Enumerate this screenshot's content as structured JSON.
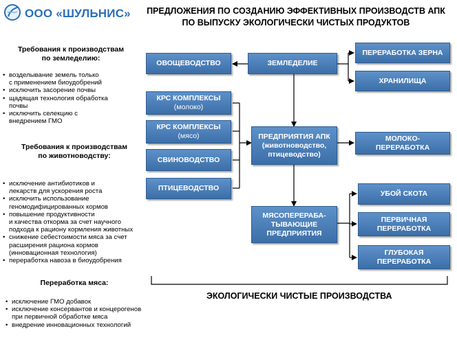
{
  "logo": {
    "text": "ООО «ШУЛЬНИС»",
    "color": "#2a6fb8"
  },
  "title": {
    "line1": "ПРЕДЛОЖЕНИЯ ПО СОЗДАНИЮ ЭФФЕКТИВНЫХ ПРОИЗВОДСТВ  АПК",
    "line2": "ПО ВЫПУСКУ ЭКОЛОГИЧЕСКИ ЧИСТЫХ ПРОДУКТОВ"
  },
  "boxes": {
    "zemledelie": "ЗЕМЛЕДЕЛИЕ",
    "ovoshchevodstvo": "ОВОЩЕВОДСТВО",
    "pererabotka_zerna": "ПЕРЕРАБОТКА ЗЕРНА",
    "khranilishcha": "ХРАНИЛИЩА",
    "krs_moloko": {
      "line1": "КРС КОМПЛЕКСЫ",
      "line2": "(молоко)"
    },
    "krs_myaso": {
      "line1": "КРС КОМПЛЕКСЫ",
      "line2": "(мясо)"
    },
    "svinovodstvo": "СВИНОВОДСТВО",
    "ptitsevodstvo": "ПТИЦЕВОДСТВО",
    "predpriyatiya_apk": {
      "line1": "ПРЕДПРИЯТИЯ АПК",
      "line2": "(животноводство,",
      "line3": "птицеводство)"
    },
    "moloko_pererabotka": {
      "line1": "МОЛОКО-",
      "line2": "ПЕРЕРАБОТКА"
    },
    "myaso_predpriyatiya": {
      "line1": "МЯСОПЕРЕРАБА-",
      "line2": "ТЫВАЮЩИЕ",
      "line3": "ПРЕДПРИЯТИЯ"
    },
    "uboy_skota": "УБОЙ СКОТА",
    "pervichnaya": {
      "line1": "ПЕРВИЧНАЯ",
      "line2": "ПЕРЕРАБОТКА"
    },
    "glubokaya": {
      "line1": "ГЛУБОКАЯ",
      "line2": "ПЕРЕРАБОТКА"
    }
  },
  "sections": {
    "zemledelie": {
      "heading": {
        "line1": "Требования к производствам",
        "line2": "по земледелию:"
      },
      "items": [
        {
          "lines": [
            "возделывание земель только",
            "с применением биоудобрений"
          ]
        },
        {
          "lines": [
            "исключить засорение почвы"
          ]
        },
        {
          "lines": [
            "щадящая технология обработка",
            "почвы"
          ]
        },
        {
          "lines": [
            "исключить селекцию с",
            "внедрением ГМО"
          ]
        }
      ]
    },
    "zhivotnovodstvo": {
      "heading": {
        "line1": "Требования к производствам",
        "line2": "по животноводству:"
      },
      "items": [
        {
          "lines": [
            "исключение антибиотиков и",
            "лекарств для ускорения роста"
          ]
        },
        {
          "lines": [
            "исключить использование",
            "геномодифицированных кормов"
          ]
        },
        {
          "lines": [
            "повышение продуктивности",
            "и качества откорма за счет научного",
            "подхода к рациону кормления животных"
          ]
        },
        {
          "lines": [
            "снижение себестоимости мяса за счет",
            "расширения рациона кормов",
            "(инновационная технология)"
          ]
        },
        {
          "lines": [
            "переработка навоза в биоудобрения"
          ]
        }
      ]
    },
    "myaso": {
      "heading": {
        "line1": "Переработка мяса:"
      },
      "items": [
        {
          "lines": [
            "исключение ГМО добавок"
          ]
        },
        {
          "lines": [
            "исключение консервантов и концерогенов",
            "при первичной обработке мяса"
          ]
        },
        {
          "lines": [
            "внедрение инновационных технологий"
          ]
        }
      ]
    }
  },
  "footer": "ЭКОЛОГИЧЕСКИ ЧИСТЫЕ ПРОИЗВОДСТВА",
  "colors": {
    "box_fill": "#4f83bd",
    "box_border": "#2f5b8f",
    "logo": "#2a6fb8"
  }
}
